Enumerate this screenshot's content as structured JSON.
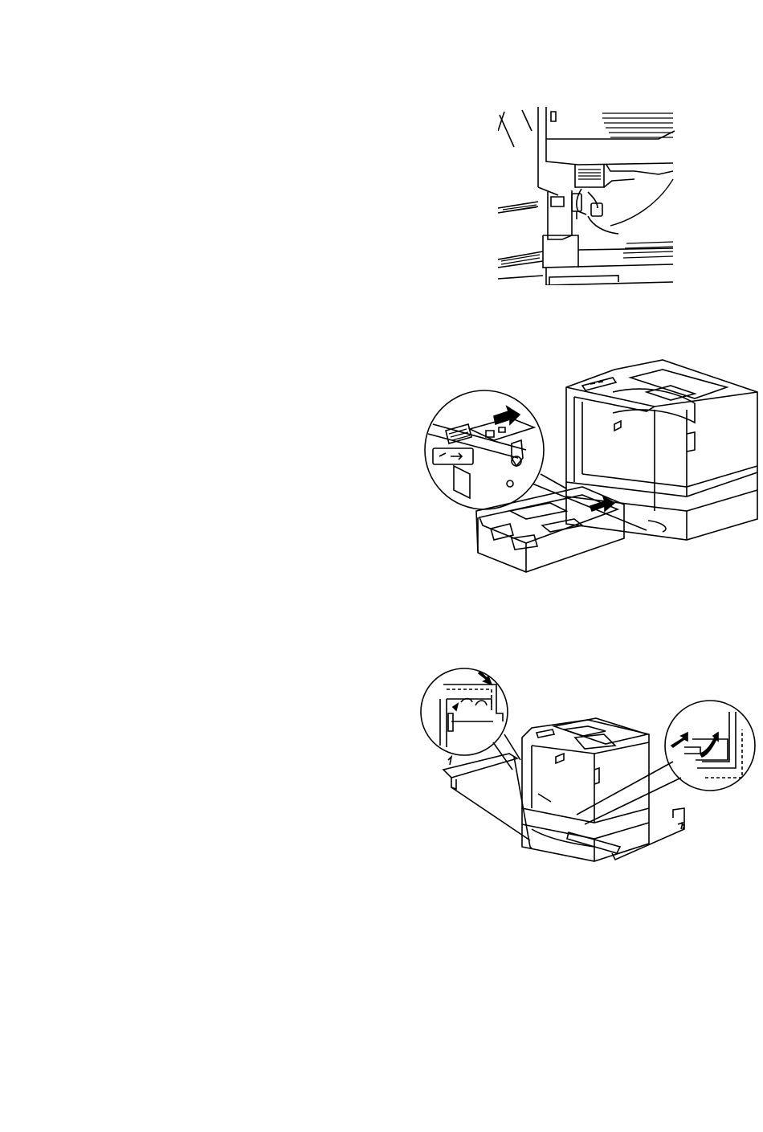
{
  "page": {
    "background": "#ffffff",
    "line_color": "#000000"
  },
  "figures": [
    {
      "name": "figure-lower-tray-connector",
      "icon": "printer-connector-closeup"
    },
    {
      "name": "figure-remove-paper-tray",
      "icon": "printer-paper-tray-closeup"
    },
    {
      "name": "figure-attach-side-brackets",
      "icon": "printer-bracket-closeup"
    }
  ]
}
